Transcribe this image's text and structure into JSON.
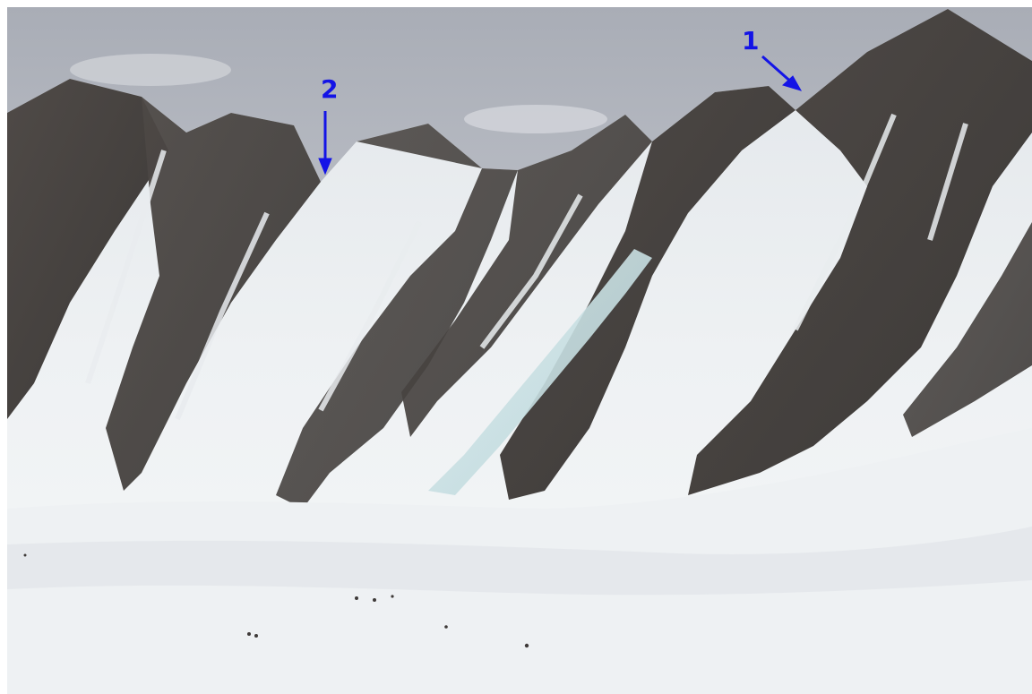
{
  "photo": {
    "subject": "snow-mountain-ridge-photo",
    "markers": [
      {
        "id": "1",
        "label": "1"
      },
      {
        "id": "2",
        "label": "2"
      }
    ]
  },
  "colors": {
    "marker": "#1414e6",
    "sky": "#c9ccd3",
    "rock": "#4a4644",
    "snow": "#eef1f3",
    "ice": "#cfe3e6"
  }
}
